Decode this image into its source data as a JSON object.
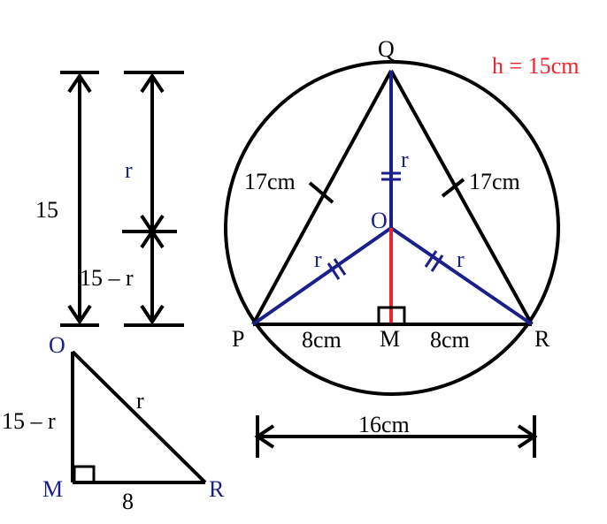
{
  "colors": {
    "black": "#000000",
    "blue": "#1a1f8c",
    "red": "#e8262d"
  },
  "main_diagram": {
    "height_note": "h = 15cm",
    "vertex_q": "Q",
    "vertex_p": "P",
    "vertex_r": "R",
    "center_o": "O",
    "foot_m": "M",
    "side_pq": "17cm",
    "side_qr": "17cm",
    "half_base_left": "8cm",
    "half_base_right": "8cm",
    "base": "16cm",
    "radius_oq": "r",
    "radius_op": "r",
    "radius_or": "r"
  },
  "height_split": {
    "total": "15",
    "upper": "r",
    "lower": "15 – r"
  },
  "right_triangle": {
    "vertex_o": "O",
    "vertex_m": "M",
    "vertex_r": "R",
    "leg_om": "15 – r",
    "hypotenuse": "r",
    "leg_mr": "8"
  }
}
